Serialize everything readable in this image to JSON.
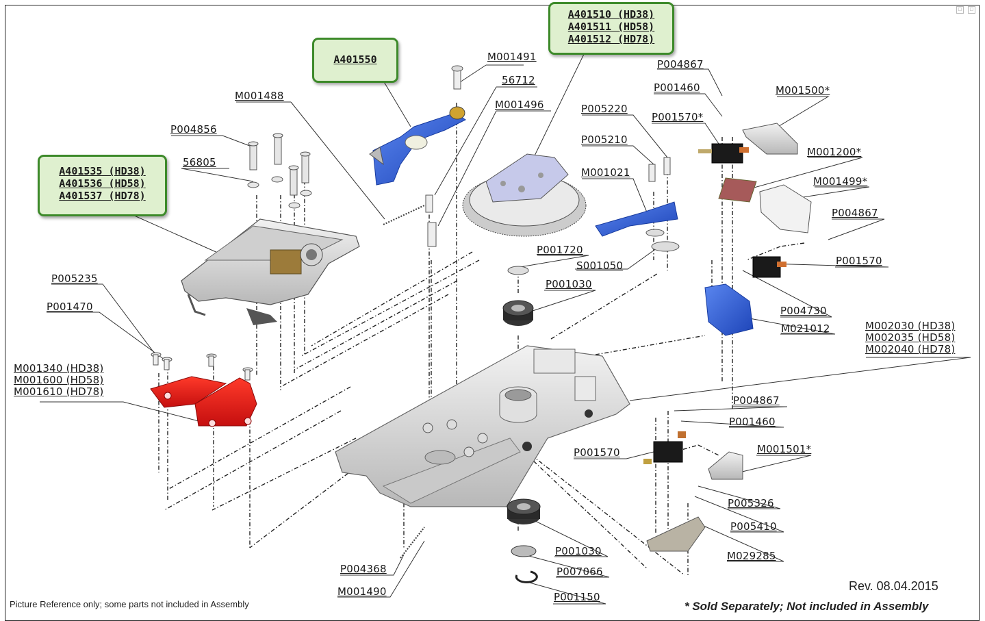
{
  "callout_boxes": {
    "top_center": [
      "A401510 (HD38)",
      "A401511 (HD58)",
      "A401512 (HD78)"
    ],
    "top_left": [
      "A401550"
    ],
    "left": [
      "A401535 (HD38)",
      "A401536 (HD58)",
      "A401537 (HD78)"
    ]
  },
  "labels": {
    "m001491": "M001491",
    "p56712": "56712",
    "m001488": "M001488",
    "m001496": "M001496",
    "p004856": "P004856",
    "p56805": "56805",
    "p005220": "P005220",
    "p005210": "P005210",
    "m001021": "M001021",
    "p004867_a": "P004867",
    "p001460_a": "P001460",
    "p001570_a": "P001570*",
    "m001500": "M001500*",
    "m001200": "M001200*",
    "m001499": "M001499*",
    "p004867_b": "P004867",
    "p001570_b": "P001570",
    "p004730": "P004730",
    "m021012": "M021012",
    "p001720": "P001720",
    "s001050": "S001050",
    "p001030_a": "P001030",
    "p005235": "P005235",
    "p001470": "P001470",
    "p004867_c": "P004867",
    "p001460_b": "P001460",
    "p001570_c": "P001570",
    "m001501": "M001501*",
    "p005326": "P005326",
    "p005410": "P005410",
    "m029285": "M029285",
    "p001030_b": "P001030",
    "p007066": "P007066",
    "p001150": "P001150",
    "p004368": "P004368",
    "m001490": "M001490",
    "m0013_group": [
      "M001340 (HD38)",
      "M001600 (HD58)",
      "M001610 (HD78)"
    ],
    "m0020_group": [
      "M002030 (HD38)",
      "M002035 (HD58)",
      "M002040 (HD78)"
    ]
  },
  "notes": {
    "revision": "Rev. 08.04.2015",
    "disclaimer": "Picture Reference only; some parts not included in Assembly",
    "sold_separately": "* Sold Separately; Not included in Assembly"
  },
  "colors": {
    "callout_fill": "#dff0cf",
    "callout_border": "#3d8a2a",
    "part_blue": "#2e5fd6",
    "part_red": "#e01818",
    "part_gray": "#d8d8d8"
  }
}
